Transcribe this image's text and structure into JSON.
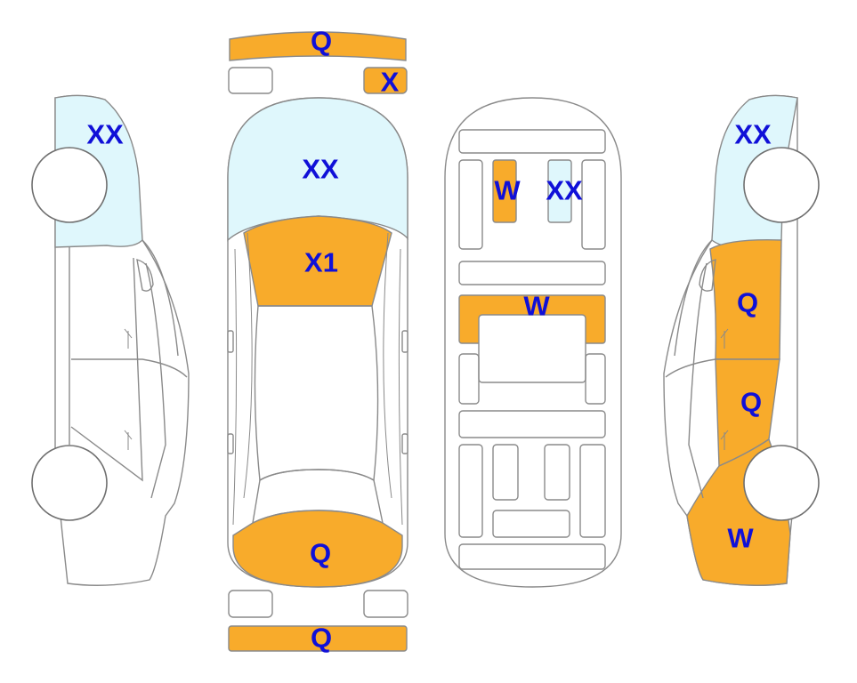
{
  "colors": {
    "damaged": "#f8ab2b",
    "glass": "#dff7fc",
    "body": "#ffffff",
    "outline": "#8a8a8a",
    "code_text": "#1010d8"
  },
  "parts": {
    "front_bumper": {
      "code": "Q",
      "state": "damaged"
    },
    "front_light_left": {
      "code": "",
      "state": "none"
    },
    "front_light_right": {
      "code": "X",
      "state": "damaged"
    },
    "windshield": {
      "code": "XX",
      "state": "glass"
    },
    "hood_front": {
      "code": "X1",
      "state": "damaged"
    },
    "trunk": {
      "code": "Q",
      "state": "damaged"
    },
    "rear_light_left": {
      "code": "",
      "state": "none"
    },
    "rear_light_right": {
      "code": "",
      "state": "none"
    },
    "rear_bumper": {
      "code": "Q",
      "state": "damaged"
    },
    "left_front_glass": {
      "code": "XX",
      "state": "glass"
    },
    "right_front_glass": {
      "code": "XX",
      "state": "glass"
    },
    "right_front_door": {
      "code": "Q",
      "state": "damaged"
    },
    "right_rear_door": {
      "code": "Q",
      "state": "damaged"
    },
    "right_rear_fender": {
      "code": "W",
      "state": "damaged"
    },
    "underbody_front_left_rail": {
      "code": "W",
      "state": "damaged"
    },
    "underbody_front_right_rail": {
      "code": "XX",
      "state": "glass"
    },
    "underbody_crossmember": {
      "code": "W",
      "state": "damaged"
    }
  }
}
